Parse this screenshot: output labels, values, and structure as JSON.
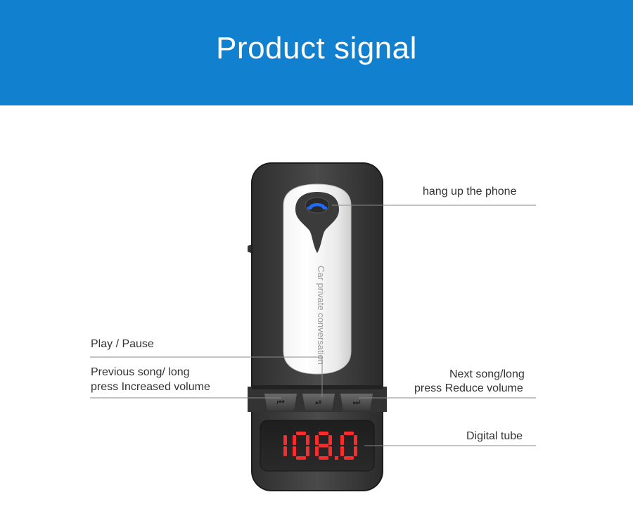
{
  "banner": {
    "title": "Product signal",
    "color": "#1180cf"
  },
  "labels": {
    "hangup": "hang up the phone",
    "play_pause": "Play / Pause",
    "previous_line1": "Previous song/ long",
    "previous_line2": "press Increased volume",
    "next_line1": "Next song/long",
    "next_line2": "press Reduce volume",
    "digital_tube": "Digital tube"
  },
  "device": {
    "side_text": "Car private conversation",
    "display_value": "108.0",
    "display_color": "#ff2a2a",
    "buttons": [
      {
        "name": "previous",
        "glyph": "⏮"
      },
      {
        "name": "play-pause",
        "glyph": "⏯"
      },
      {
        "name": "next",
        "glyph": "⏭"
      }
    ],
    "phone_icon": "phone-hangup-icon"
  }
}
